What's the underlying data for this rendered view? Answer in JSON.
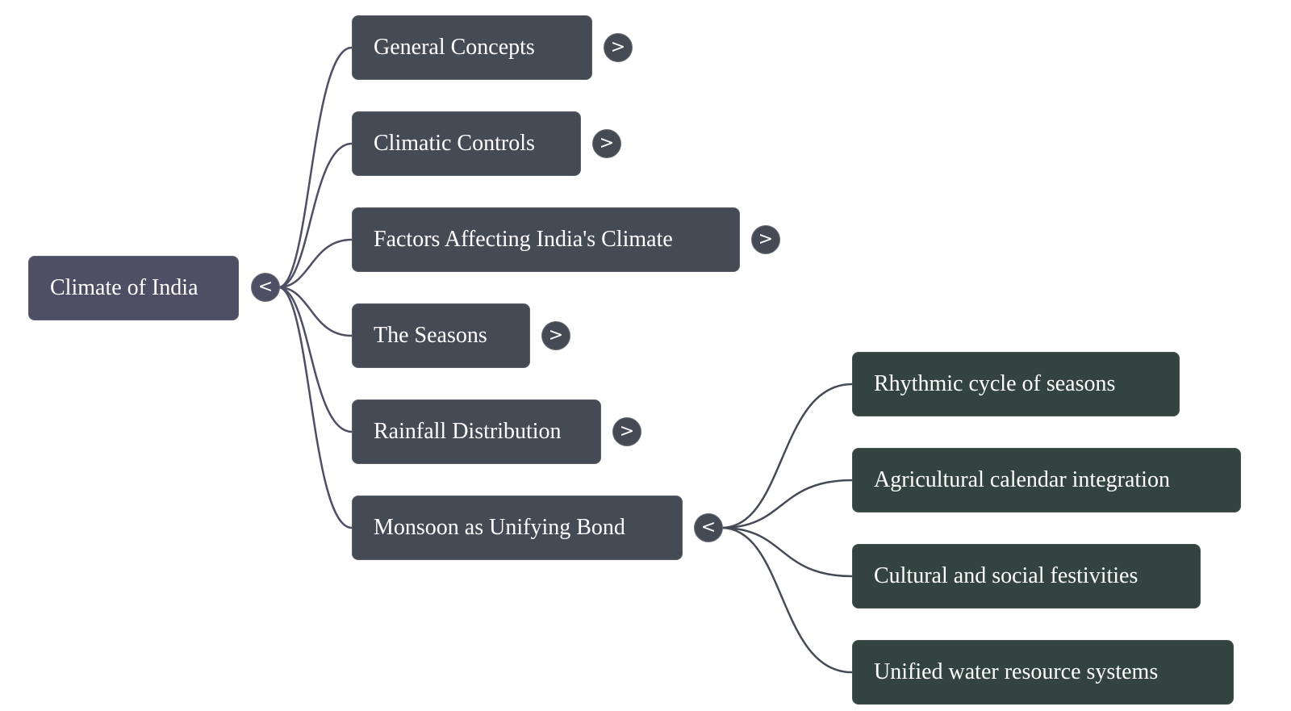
{
  "root": {
    "label": "Climate of India",
    "toggle": "<",
    "expanded": true
  },
  "branches": [
    {
      "label": "General Concepts",
      "toggle": ">",
      "expanded": false
    },
    {
      "label": "Climatic Controls",
      "toggle": ">",
      "expanded": false
    },
    {
      "label": "Factors Affecting India's Climate",
      "toggle": ">",
      "expanded": false
    },
    {
      "label": "The Seasons",
      "toggle": ">",
      "expanded": false
    },
    {
      "label": "Rainfall Distribution",
      "toggle": ">",
      "expanded": false
    },
    {
      "label": "Monsoon as Unifying Bond",
      "toggle": "<",
      "expanded": true
    }
  ],
  "leaves": [
    {
      "label": "Rhythmic cycle of seasons"
    },
    {
      "label": "Agricultural calendar integration"
    },
    {
      "label": "Cultural and social festivities"
    },
    {
      "label": "Unified water resource systems"
    }
  ],
  "colors": {
    "root": "#4e4f64",
    "branch": "#444b55",
    "leaf": "#33433f",
    "edge_root": "#4e4f64",
    "edge_branch": "#444b55"
  }
}
